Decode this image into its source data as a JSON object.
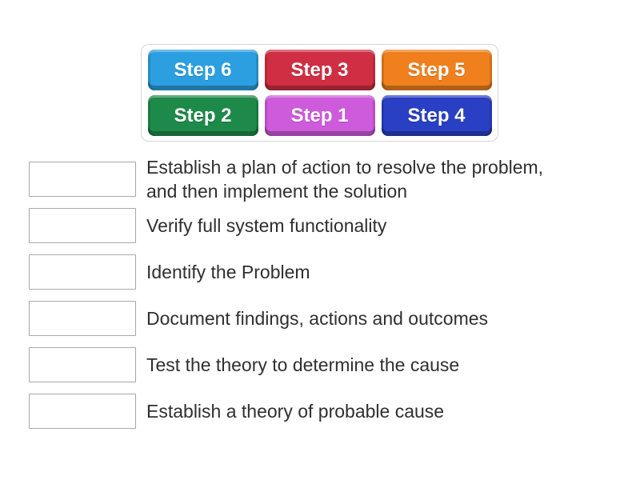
{
  "colors": {
    "page_background": "#ffffff",
    "tray_border": "#d5d5d5",
    "slot_border": "#a8a8a8",
    "clue_text": "#2f2f2f",
    "tile_text": "#ffffff"
  },
  "tray": {
    "tiles": [
      {
        "label": "Step 6",
        "color": "#2c9fe0"
      },
      {
        "label": "Step 3",
        "color": "#d02e42"
      },
      {
        "label": "Step 5",
        "color": "#f0801e"
      },
      {
        "label": "Step 2",
        "color": "#1e8a4a"
      },
      {
        "label": "Step 1",
        "color": "#ce5bdc"
      },
      {
        "label": "Step 4",
        "color": "#2940c4"
      }
    ]
  },
  "rows": [
    {
      "text": "Establish a plan of action to resolve the problem, and then implement the solution"
    },
    {
      "text": "Verify full system functionality"
    },
    {
      "text": "Identify the Problem"
    },
    {
      "text": "Document findings, actions and outcomes"
    },
    {
      "text": "Test the theory to determine the cause"
    },
    {
      "text": "Establish a theory of probable cause"
    }
  ]
}
